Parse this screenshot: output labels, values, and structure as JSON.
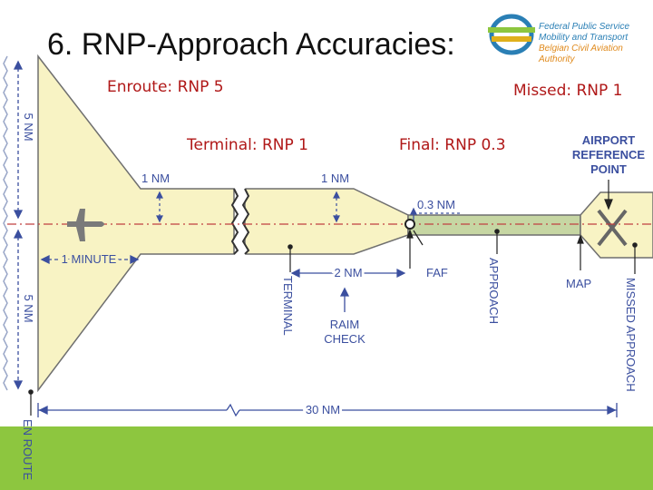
{
  "slide": {
    "title": "6. RNP-Approach Accuracies:",
    "categories": {
      "enroute": "Enroute: RNP 5",
      "missed": "Missed: RNP 1",
      "terminal": "Terminal: RNP 1",
      "final": "Final: RNP 0.3"
    }
  },
  "logo": {
    "line1": "Federal Public Service",
    "line2": "Mobility and Transport",
    "line3": "Belgian Civil Aviation Authority"
  },
  "diagram": {
    "left_5nm_top": "5 NM",
    "left_5nm_bottom": "5 NM",
    "nm1_left": "1 NM",
    "nm1_right": "1 NM",
    "nm03": "0.3 NM",
    "one_minute": "1 MINUTE",
    "nm2": "2 NM",
    "faf": "FAF",
    "terminal": "TERMINAL",
    "raim_check": [
      "RAIM",
      "CHECK"
    ],
    "approach": "APPROACH",
    "map": "MAP",
    "missed_approach": "MISSED APPROACH",
    "arp": [
      "AIRPORT",
      "REFERENCE",
      "POINT"
    ],
    "nm30": "30 NM",
    "enroute": "EN ROUTE"
  },
  "colors": {
    "corridor": "#f8f3c4",
    "final_segment": "#c6d6a3",
    "outline": "#6f6f6f",
    "centerline": "#c04040",
    "label_blue": "#3b4f9f",
    "category_red": "#b01818",
    "footer_green": "#8dc63f"
  }
}
